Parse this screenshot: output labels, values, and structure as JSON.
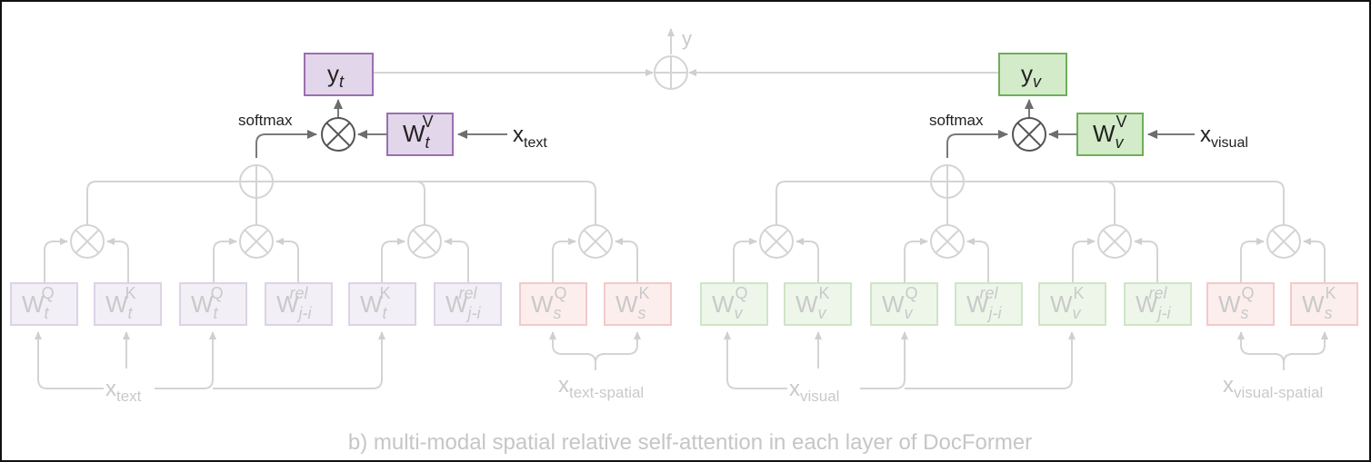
{
  "caption": "b) multi-modal spatial relative self-attention in each layer of DocFormer",
  "output": {
    "label": "y"
  },
  "softmax_label": "softmax",
  "colors": {
    "text_branch": "#e2d6eb",
    "text_branch_stroke": "#9a6fb0",
    "visual_branch": "#d3ebc9",
    "visual_branch_stroke": "#6fae5a",
    "spatial": "#fadcdc",
    "spatial_stroke": "#e6a3a3",
    "faint_text_fill": "#f3eff6",
    "faint_text_stroke": "#ddd2e6",
    "faint_visual_fill": "#eef6ea",
    "faint_visual_stroke": "#cfe4c6",
    "faint_spatial_fill": "#fdeeee",
    "faint_spatial_stroke": "#f2caca"
  },
  "text_branch": {
    "y_main": "y",
    "y_sub": "t",
    "wv_main": "W",
    "wv_sub": "t",
    "wv_sup": "V",
    "x_main": "x",
    "x_sub": "text",
    "input_main": "x",
    "input_sub": "text",
    "spatial_input_main": "x",
    "spatial_input_sub": "text-spatial",
    "weights": [
      {
        "main": "W",
        "sub": "t",
        "sup": "Q"
      },
      {
        "main": "W",
        "sub": "t",
        "sup": "K"
      },
      {
        "main": "W",
        "sub": "t",
        "sup": "Q"
      },
      {
        "main": "W",
        "sub": "j-i",
        "sup": "rel"
      },
      {
        "main": "W",
        "sub": "t",
        "sup": "K"
      },
      {
        "main": "W",
        "sub": "j-i",
        "sup": "rel"
      },
      {
        "main": "W",
        "sub": "s",
        "sup": "Q"
      },
      {
        "main": "W",
        "sub": "s",
        "sup": "K"
      }
    ]
  },
  "visual_branch": {
    "y_main": "y",
    "y_sub": "v",
    "wv_main": "W",
    "wv_sub": "v",
    "wv_sup": "V",
    "x_main": "x",
    "x_sub": "visual",
    "input_main": "x",
    "input_sub": "visual",
    "spatial_input_main": "x",
    "spatial_input_sub": "visual-spatial",
    "weights": [
      {
        "main": "W",
        "sub": "v",
        "sup": "Q"
      },
      {
        "main": "W",
        "sub": "v",
        "sup": "K"
      },
      {
        "main": "W",
        "sub": "v",
        "sup": "Q"
      },
      {
        "main": "W",
        "sub": "j-i",
        "sup": "rel"
      },
      {
        "main": "W",
        "sub": "v",
        "sup": "K"
      },
      {
        "main": "W",
        "sub": "j-i",
        "sup": "rel"
      },
      {
        "main": "W",
        "sub": "s",
        "sup": "Q"
      },
      {
        "main": "W",
        "sub": "s",
        "sup": "K"
      }
    ]
  }
}
